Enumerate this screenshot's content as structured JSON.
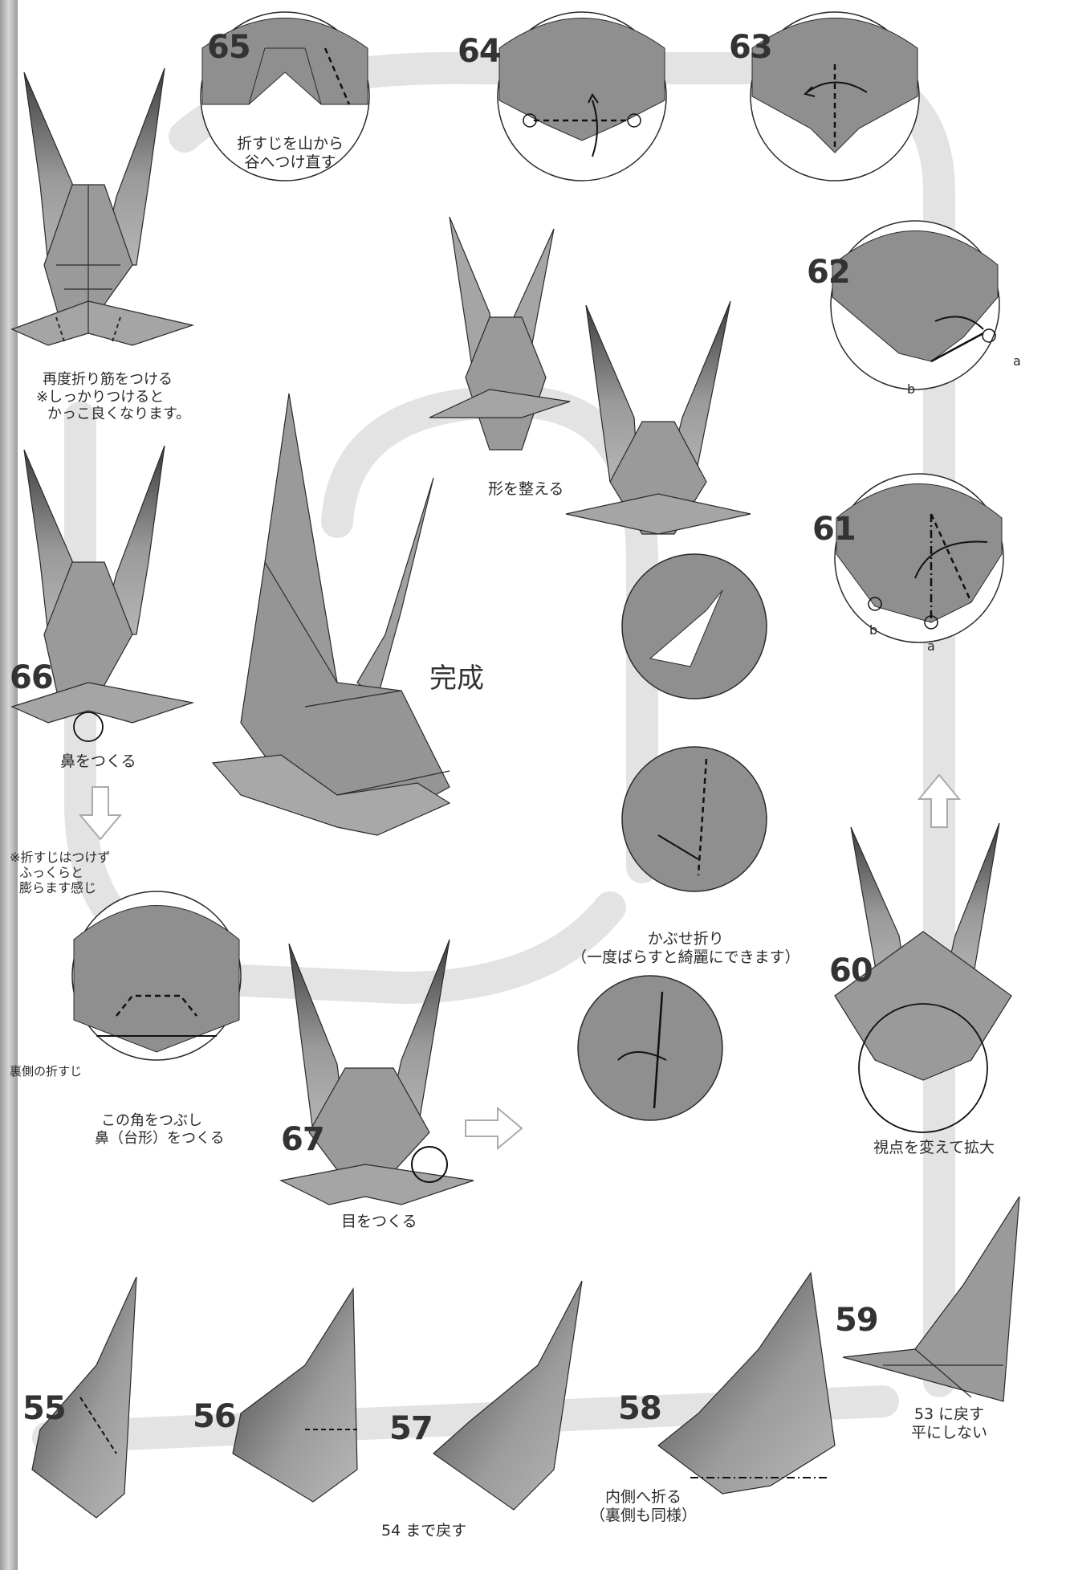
{
  "steps": {
    "s55": "55",
    "s56": "56",
    "s57": "57",
    "s58": "58",
    "s59": "59",
    "s60": "60",
    "s61": "61",
    "s62": "62",
    "s63": "63",
    "s64": "64",
    "s65": "65",
    "s66": "66",
    "s67": "67"
  },
  "labels": {
    "a": "a",
    "b": "b"
  },
  "captions": {
    "crease_again_1": "再度折り筋をつける",
    "crease_again_2": "※しっかりつけると",
    "crease_again_3": "かっこ良くなります。",
    "s65_1": "折すじを山から",
    "s65_2": "谷へつけ直す",
    "shape": "形を整える",
    "complete": "完成",
    "nose": "鼻をつくる",
    "puff_1": "※折すじはつけず",
    "puff_2": "ふっくらと",
    "puff_3": "膨らます感じ",
    "back_crease": "裏側の折すじ",
    "crush_1": "この角をつぶし",
    "crush_2": "鼻（台形）をつくる",
    "eye": "目をつくる",
    "hood_1": "かぶせ折り",
    "hood_2": "（一度ばらすと綺麗にできます）",
    "view": "視点を変えて拡大",
    "back53_1": "53 に戻す",
    "back53_2": "平にしない",
    "back54": "54 まで戻す",
    "inside_1": "内側へ折る",
    "inside_2": "（裏側も同様）"
  },
  "colors": {
    "paper": "#8f8f8f",
    "paper_light": "#b9b9b9",
    "paper_dark": "#555555",
    "path": "#e3e3e3",
    "arrow_fill": "#ffffff",
    "line": "#2a2a2a"
  }
}
